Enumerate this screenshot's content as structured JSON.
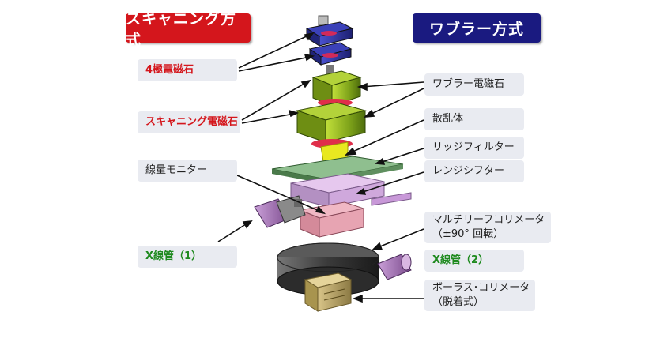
{
  "headers": {
    "scanning": "スキャニング方式",
    "wobbler": "ワブラー方式"
  },
  "labels": {
    "quad_magnet": "4極電磁石",
    "scanning_magnet": "スキャニング電磁石",
    "dose_monitor": "線量モニター",
    "xray_tube_1": "X線管（1）",
    "wobbler_magnet": "ワブラー電磁石",
    "scatterer": "散乱体",
    "ridge_filter": "リッジフィルター",
    "range_shifter": "レンジシフター",
    "mlc_line1": "マルチリーフコリメータ",
    "mlc_line2": "（±90° 回転）",
    "xray_tube_2": "X線管（2）",
    "bolus_line1": "ボーラス･コリメータ",
    "bolus_line2": "（脱着式）"
  },
  "colors": {
    "scanning_header_bg": "#d4161c",
    "wobbler_header_bg": "#1a1a80",
    "label_bg": "#e9ebf1",
    "red_text": "#d4161c",
    "green_text": "#1f8a1f",
    "magnet_green": "#8ab51f",
    "magnet_blue": "#2a2f9e"
  }
}
